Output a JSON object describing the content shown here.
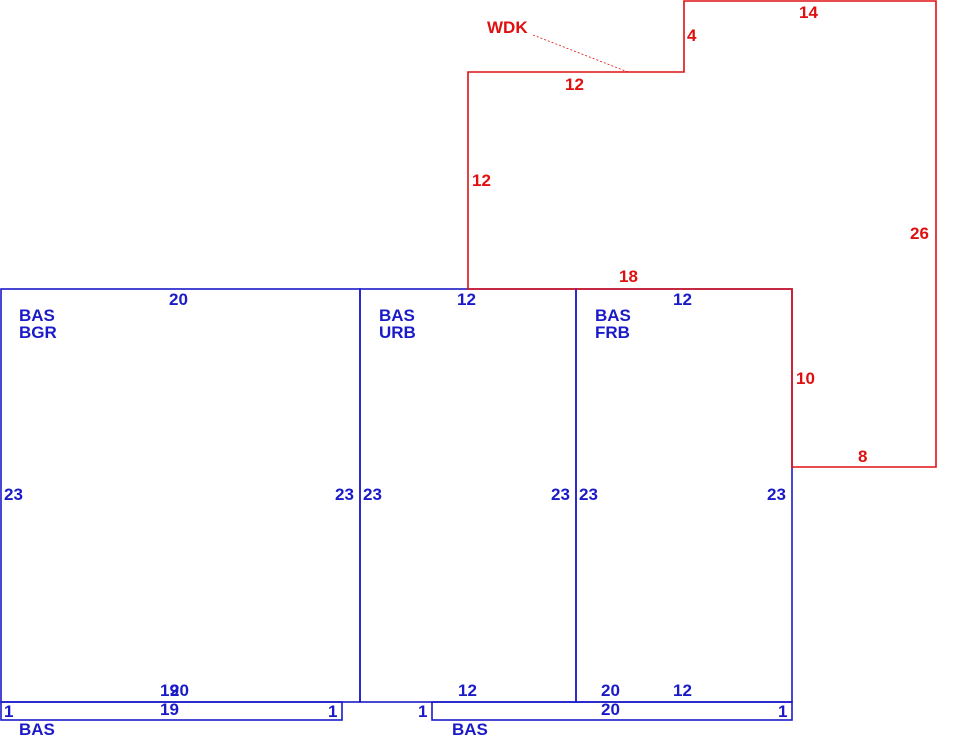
{
  "colors": {
    "base_area": "#1a1ac8",
    "deck_area": "#e01010"
  },
  "areas": {
    "bgr": {
      "code": "BAS",
      "subcode": "BGR",
      "top": "20",
      "left": "23",
      "right": "23",
      "bottom_a": "19",
      "bottom_b": "20"
    },
    "urb": {
      "code": "BAS",
      "subcode": "URB",
      "top": "12",
      "left": "23",
      "right": "23",
      "bottom": "12"
    },
    "frb": {
      "code": "BAS",
      "subcode": "FRB",
      "top": "12",
      "left": "23",
      "right": "23",
      "bottom_a": "20",
      "bottom_b": "12"
    },
    "strip_left": {
      "code": "BAS",
      "top": "19",
      "left": "1",
      "right": "1"
    },
    "strip_right": {
      "code": "BAS",
      "top": "20",
      "left": "1",
      "right": "1"
    },
    "wdk": {
      "code": "WDK",
      "top": "14",
      "step": "4",
      "upper_left": "12",
      "left": "12",
      "bottom": "18",
      "right": "26",
      "lower_left": "10",
      "lower_bottom": "8"
    }
  }
}
